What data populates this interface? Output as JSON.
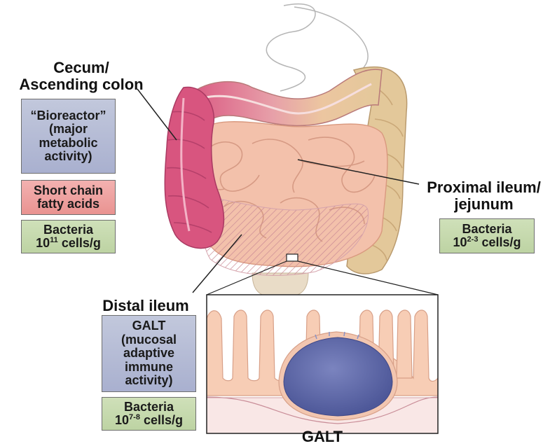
{
  "labels": {
    "cecum_line1": "Cecum/",
    "cecum_line2": "Ascending colon",
    "proximal_line1": "Proximal ileum/",
    "proximal_line2": "jejunum",
    "distal": "Distal ileum",
    "galt_caption": "GALT"
  },
  "boxes": {
    "bioreactor": [
      "“Bioreactor”",
      "(major",
      "metabolic",
      "activity)"
    ],
    "scfa": [
      "Short chain",
      "fatty acids"
    ],
    "bacteria_cecum": {
      "line1": "Bacteria",
      "base": "10",
      "exp": "11",
      "unit": " cells/g"
    },
    "bacteria_proximal": {
      "line1": "Bacteria",
      "base": "10",
      "exp": "2-3",
      "unit": " cells/g"
    },
    "galt": [
      "GALT",
      "(mucosal",
      "adaptive",
      "immune",
      "activity)"
    ],
    "bacteria_distal": {
      "line1": "Bacteria",
      "base": "10",
      "exp": "7-8",
      "unit": " cells/g"
    }
  },
  "colors": {
    "blue_box": "#a9b0cf",
    "red_box": "#e99391",
    "green_box": "#bdd3a3",
    "colon_pink": "#d65b82",
    "colon_tan": "#e2c79c",
    "small_intestine": "#f3bfa8",
    "lymphoid_follicle": "#5d67a8"
  }
}
